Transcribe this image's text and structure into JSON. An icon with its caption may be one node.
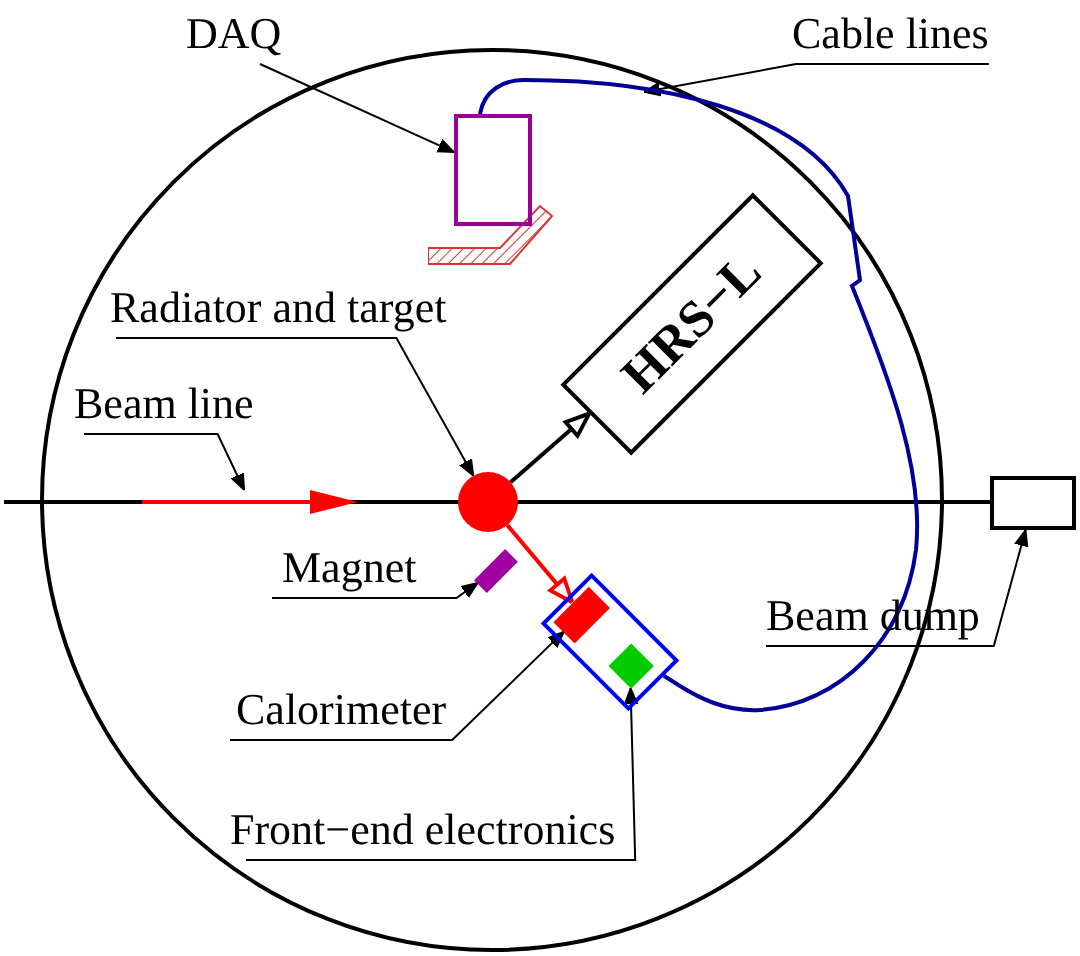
{
  "diagram": {
    "nodes": [
      {
        "text": [
          "DAQ"
        ]
      },
      {
        "text": [],
        "shape": "box"
      },
      {
        "text": [
          "Cable lines"
        ]
      },
      {
        "text": [
          "HRS−L"
        ]
      },
      {
        "text": [
          "Radiator and target"
        ]
      },
      {
        "text": [],
        "shape": "circle"
      },
      {
        "text": [
          "Beam line"
        ]
      },
      {
        "text": [
          "Magnet"
        ]
      },
      {
        "text": [],
        "shape": "bar"
      },
      {
        "text": [],
        "shape": "box"
      },
      {
        "text": [],
        "shape": "box",
        "in": 9
      },
      {
        "text": [],
        "shape": "box",
        "in": 9
      },
      {
        "text": [
          "Calorimeter"
        ]
      },
      {
        "text": [
          "Front−end electronics"
        ]
      },
      {
        "text": [
          "Beam dump"
        ]
      },
      {
        "text": [],
        "shape": "box"
      },
      {
        "text": [],
        "shape": "wall"
      },
      {
        "text": [],
        "shape": "arrow"
      }
    ],
    "edges": [
      {
        "from": 0,
        "to": 1,
        "arrow": "to"
      },
      {
        "from": 2,
        "to": null,
        "arrow": "to"
      },
      {
        "from": 4,
        "to": 5,
        "arrow": "to"
      },
      {
        "from": 6,
        "to": 17,
        "arrow": "to"
      },
      {
        "from": 7,
        "to": 8,
        "arrow": "to"
      },
      {
        "from": 12,
        "to": 10,
        "arrow": "to"
      },
      {
        "from": 13,
        "to": 11,
        "arrow": "to"
      },
      {
        "from": 14,
        "to": 15,
        "arrow": "to"
      },
      {
        "from": 5,
        "to": 3,
        "arrow": "to"
      },
      {
        "from": 5,
        "to": 10,
        "arrow": "to",
        "color": "#ff0000"
      },
      {
        "from": 1,
        "to": 9,
        "arrow": "none",
        "color": "#000099"
      }
    ]
  }
}
